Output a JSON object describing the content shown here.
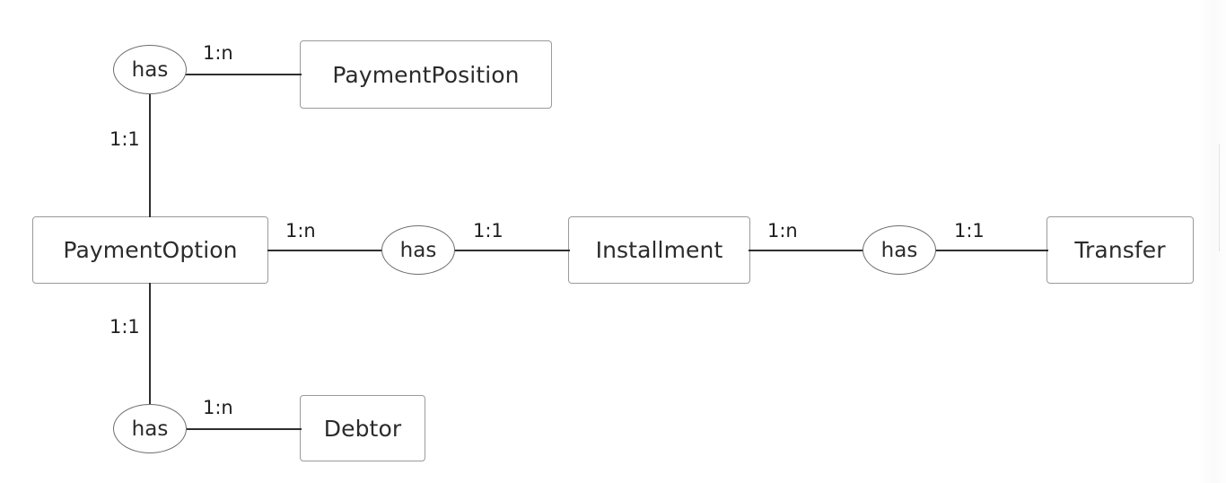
{
  "diagram": {
    "type": "entity-relationship-diagram",
    "background_color": "#ffffff",
    "entity_border_color": "#9a9a9a",
    "relationship_border_color": "#6e6e6e",
    "line_color": "#2f2f2f",
    "text_color": "#2b2b2b",
    "entities": [
      {
        "id": "payment_position",
        "label": "PaymentPosition"
      },
      {
        "id": "payment_option",
        "label": "PaymentOption"
      },
      {
        "id": "installment",
        "label": "Installment"
      },
      {
        "id": "transfer",
        "label": "Transfer"
      },
      {
        "id": "debtor",
        "label": "Debtor"
      }
    ],
    "relationships": [
      {
        "id": "has_payment_position",
        "label": "has"
      },
      {
        "id": "has_installment",
        "label": "has"
      },
      {
        "id": "has_transfer",
        "label": "has"
      },
      {
        "id": "has_debtor",
        "label": "has"
      }
    ],
    "connections": [
      {
        "id": "c1",
        "from": "payment_option",
        "to": "has_payment_position",
        "cardinality": "1:1"
      },
      {
        "id": "c2",
        "from": "has_payment_position",
        "to": "payment_position",
        "cardinality": "1:n"
      },
      {
        "id": "c3",
        "from": "payment_option",
        "to": "has_installment",
        "cardinality": "1:n"
      },
      {
        "id": "c4",
        "from": "has_installment",
        "to": "installment",
        "cardinality": "1:1"
      },
      {
        "id": "c5",
        "from": "installment",
        "to": "has_transfer",
        "cardinality": "1:n"
      },
      {
        "id": "c6",
        "from": "has_transfer",
        "to": "transfer",
        "cardinality": "1:1"
      },
      {
        "id": "c7",
        "from": "payment_option",
        "to": "has_debtor",
        "cardinality": "1:1"
      },
      {
        "id": "c8",
        "from": "has_debtor",
        "to": "debtor",
        "cardinality": "1:n"
      }
    ]
  }
}
